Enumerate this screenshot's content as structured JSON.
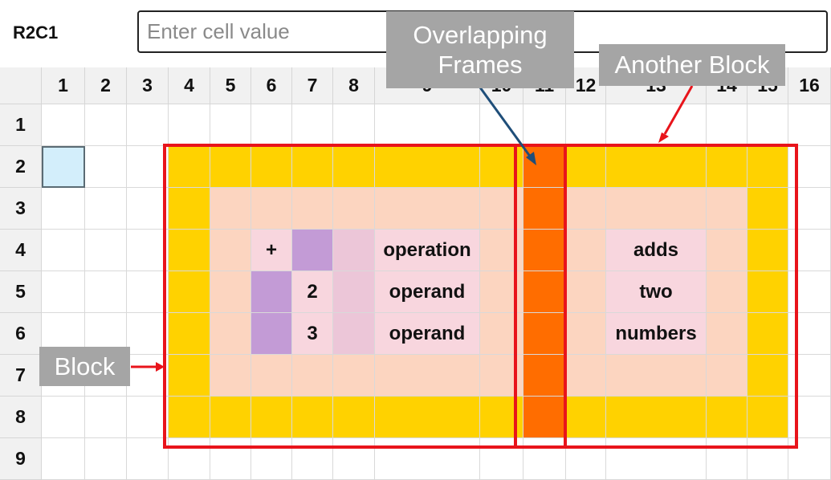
{
  "formula_bar": {
    "cell_reference": "R2C1",
    "input_placeholder": "Enter cell value",
    "input_value": ""
  },
  "grid": {
    "column_headers": [
      "1",
      "2",
      "3",
      "4",
      "5",
      "6",
      "7",
      "8",
      "9",
      "10",
      "11",
      "12",
      "13",
      "14",
      "15",
      "16"
    ],
    "row_headers": [
      "1",
      "2",
      "3",
      "4",
      "5",
      "6",
      "7",
      "8",
      "9"
    ],
    "selected_cell": "R2C1",
    "cells": [
      {
        "row": 4,
        "col": 6,
        "text": "+",
        "fill": "pink"
      },
      {
        "row": 4,
        "col": 7,
        "text": "",
        "fill": "purple"
      },
      {
        "row": 4,
        "col": 8,
        "text": "",
        "fill": "lightpink"
      },
      {
        "row": 4,
        "col": 9,
        "text": "operation",
        "fill": "pink"
      },
      {
        "row": 5,
        "col": 6,
        "text": "",
        "fill": "purple"
      },
      {
        "row": 5,
        "col": 7,
        "text": "2",
        "fill": "pink"
      },
      {
        "row": 5,
        "col": 8,
        "text": "",
        "fill": "lightpink"
      },
      {
        "row": 5,
        "col": 9,
        "text": "operand",
        "fill": "pink"
      },
      {
        "row": 6,
        "col": 6,
        "text": "",
        "fill": "purple"
      },
      {
        "row": 6,
        "col": 7,
        "text": "3",
        "fill": "pink"
      },
      {
        "row": 6,
        "col": 8,
        "text": "",
        "fill": "lightpink"
      },
      {
        "row": 6,
        "col": 9,
        "text": "operand",
        "fill": "pink"
      },
      {
        "row": 4,
        "col": 13,
        "text": "adds",
        "fill": "pink"
      },
      {
        "row": 5,
        "col": 13,
        "text": "two",
        "fill": "pink"
      },
      {
        "row": 6,
        "col": 13,
        "text": "numbers",
        "fill": "pink"
      }
    ]
  },
  "annotations": {
    "block_label": "Block",
    "another_block_label": "Another Block",
    "overlapping_label": "Overlapping Frames"
  },
  "colors": {
    "frame_outer": "#ffd200",
    "frame_inner": "#fcd5c0",
    "overlap": "#ff6d00",
    "purple": "#c39bd6",
    "pink": "#f8d6de",
    "lightpink": "#ecc6d8",
    "frame_border": "#e8141b",
    "arrow_blue": "#1f4e79",
    "callout_bg": "#a5a5a5"
  }
}
